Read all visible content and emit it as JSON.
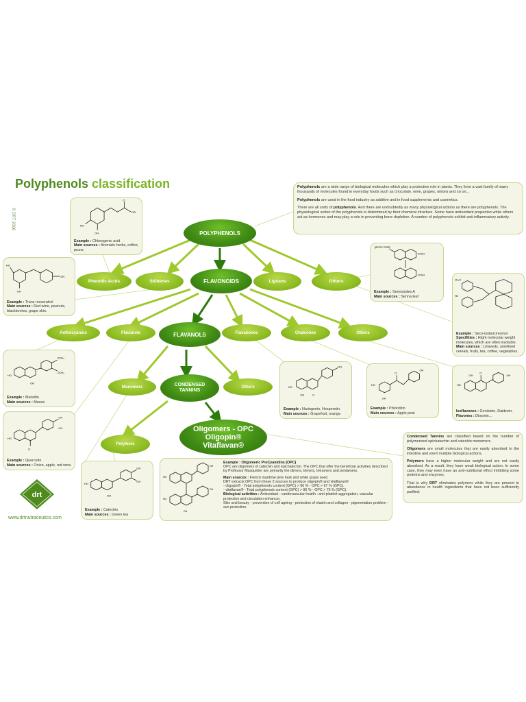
{
  "title": {
    "part1": "Polyphenols",
    "part2": "classification"
  },
  "copyright": "© DRT 2006",
  "url": "www.drtnutraceutics.com",
  "logo_text": "drt",
  "nodes": {
    "polyphenols": "POLYPHENOLS",
    "phenolic_acids": "Phenolic Acids",
    "stilbenes": "Stilbenes",
    "flavonoids": "FLAVONOIDS",
    "lignans": "Lignans",
    "others_top": "Others",
    "anthocyanins": "Anthocyanins",
    "flavonols": "Flavonols",
    "flavanols": "FLAVANOLS",
    "flavanones": "Flavanones",
    "chalcones": "Chalcones",
    "others_mid": "Others",
    "monomers": "Monomers",
    "condensed_tannins": "CONDENSED TANNINS",
    "others_low": "Others",
    "polymers": "Polymers",
    "opc_line1": "Oligomers - OPC",
    "opc_line2": "Oligopin®",
    "opc_line3": "Vitaflavan®"
  },
  "examples": {
    "chlorogenic": {
      "label": "Example :",
      "value": "Chlorogenic acid",
      "src_label": "Main sources :",
      "src": "Aromatic herbs, coffee, prune."
    },
    "resveratrol": {
      "label": "Example :",
      "value": "Trans resveratrol",
      "src_label": "Main sources :",
      "src": "Red wine, peanuts, blackberries, grape skin."
    },
    "sennosides": {
      "label": "Example :",
      "value": "Sennosides A",
      "src_label": "Main sources :",
      "src": "Senna leaf"
    },
    "seco": {
      "label": "Example :",
      "value": "Seco-isolariciresinol",
      "spec_label": "Specifities :",
      "spec": "Hight molecular weight molecules, which are often insoluble.",
      "src_label": "Main sources :",
      "src": "Linseeds, unrefined cereals, fruits, tea, coffee, vegetables."
    },
    "malvidin": {
      "label": "Example :",
      "value": "Malvidin",
      "src_label": "Main sources :",
      "src": "Mauve"
    },
    "naringenin": {
      "label": "Example :",
      "value": "Naringenin, Hesperetin.",
      "src_label": "Main sources :",
      "src": "Grapefruit, orange."
    },
    "phloridzin": {
      "label": "Example :",
      "value": "Phloridzin",
      "src_label": "Main sources :",
      "src": "Apple peal"
    },
    "isoflavones": {
      "label": "Isoflavones :",
      "value": "Genistein, Daidzein.",
      "src_label": "Flavones :",
      "src": "Diosmin..."
    },
    "quercetin": {
      "label": "Example :",
      "value": "Quercetin",
      "src_label": "Main sources :",
      "src": "Onion, apple, red wine."
    },
    "catechin": {
      "label": "Example :",
      "value": "Catechin",
      "src_label": "Main sources :",
      "src": "Green tea"
    }
  },
  "intro": {
    "p1_bold": "Polyphenols",
    "p1": "are a wide range of biological molecules which play a protective role in plants. They form a vast family of many thousands of molecules found in everyday foods such as chocolate, wine, grapes, onions and so on...",
    "p2_bold": "Polyphenols",
    "p2": "are used in the food industry as additive and in food supplements and cosmetics.",
    "p3a": "There are all sorts of",
    "p3_bold": "polyphenols",
    "p3b": ". And there are undoubtedly as many physiological actions as there are polyphenols. The physiological action of the polyphenols is determined by their chemical structure. Some have antioxidant properties while others act as hormones and may play a role in preventing bone depletion. A number of polyphenols exhibit anti-inflammatory activity."
  },
  "tannins_info": {
    "p1_bold": "Condensed Tannins",
    "p1": "are classified based on the number of polymerized epichatechin and catechin monomers.",
    "p2_bold": "Oligomers",
    "p2": "are small molecules that are easily absorbed in the intestine and exert multiple biological actions.",
    "p3_bold": "Polymers",
    "p3": "have a higher molecular weight and are not easily absorbed. As a result, they have weak biological action. In some case, they may even have an anti-nutritional effect inhibiting some proteins and enzymes.",
    "p4a": "That is why",
    "p4_bold": "DRT",
    "p4b": "eliminates polymers while they are present in abundance in health ingredients that have not been sufficiently purified."
  },
  "opc_box": {
    "ex_label": "Example :",
    "ex_value": "Oligomeric ProCyanidins (OPC)",
    "l1": "OPC are oligomers of catechin and epichatechin. The OPC that offer the beneficial activities described by Professor Masquelier are primarily the dimers, trimers, tetramers and pentamers.",
    "src_label": "Main sources :",
    "src": "French maritime pine bark and white grape seed.",
    "l2": "DRT extracts OPC from these 2 sources to produce oligopin® and vitaflavan®",
    "l3": "- oligopin® - Total polyphenols content (GPC) > 96 % - OPC > 67 % (GPC).",
    "l4": "- vitaflavan® - Total polyphenols content (GPC) > 96 % - OPC > 75 % (GPC).",
    "bio_label": "Biological activities :",
    "bio": "Antioxidant - cardiovascular health : anti-platelet aggregation, vascular protection and circulation enhancer.",
    "l5": "Skin and beauty - prevention of cell ageing - protection of elastin and collagen - pigmentation problem - sun protection."
  },
  "colors": {
    "dark_green": "#3f8a14",
    "light_green": "#8fbd24",
    "title_green": "#4f8a1c",
    "box_fill": "#f4f5e6",
    "box_border": "#c5d68f"
  }
}
